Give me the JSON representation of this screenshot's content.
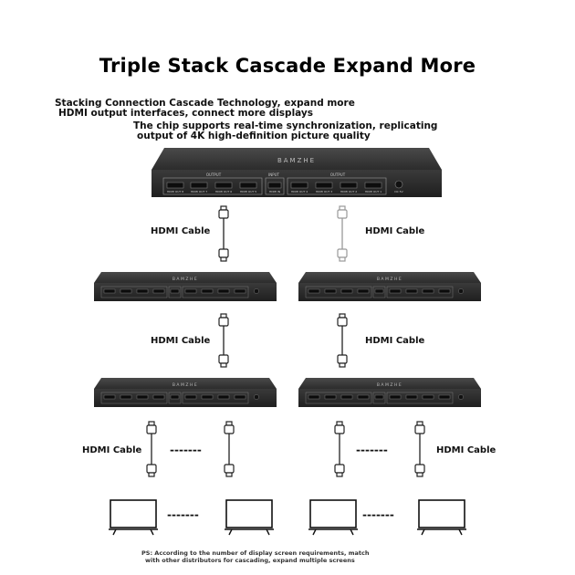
{
  "title": "Triple Stack Cascade Expand More",
  "subtitle_1": [
    "Stacking Connection Cascade Technology, expand more",
    "HDMI output interfaces, connect more displays"
  ],
  "subtitle_2": [
    "The chip supports real-time synchronization, replicating",
    "output of 4K high-definition picture quality"
  ],
  "brand": "BAMZHE",
  "device": {
    "output_label": "OUTPUT",
    "input_label": "INPUT",
    "ports_left": [
      "HDMI OUT 8",
      "HDMI OUT 7",
      "HDMI OUT 6",
      "HDMI OUT 5"
    ],
    "port_in": "HDMI IN",
    "ports_right": [
      "HDMI OUT 4",
      "HDMI OUT 3",
      "HDMI OUT 2",
      "HDMI OUT 1"
    ],
    "power_label": "DC 5V"
  },
  "cable_label": "HDMI Cable",
  "dashes": "-------",
  "ps_note": [
    "PS: According to the number of display screen requirements, match",
    "with other distributors for cascading, expand multiple screens"
  ]
}
